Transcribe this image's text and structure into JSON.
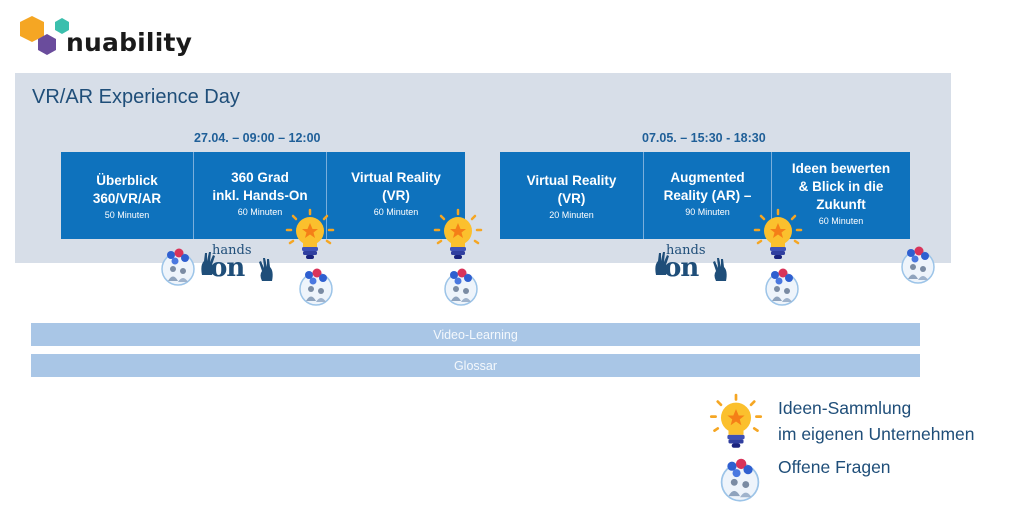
{
  "logo": {
    "name": "nuability",
    "colors": [
      "#f5a623",
      "#3bbfad",
      "#6a4c9c"
    ]
  },
  "page_title": "VR/AR Experience Day",
  "sessions": [
    {
      "date": "27.04. – 09:00 – 12:00"
    },
    {
      "date": "07.05. – 15:30 - 18:30"
    }
  ],
  "modules": [
    {
      "title": "Überblick\n360/VR/AR",
      "duration": "50 Minuten"
    },
    {
      "title": "360 Grad\ninkl. Hands-On",
      "duration": "60 Minuten"
    },
    {
      "title": "Virtual Reality\n(VR)",
      "duration": "60 Minuten"
    },
    {
      "title": "Virtual Reality\n(VR)",
      "duration": "20 Minuten"
    },
    {
      "title": "Augmented\nReality (AR) –",
      "duration": "90 Minuten"
    },
    {
      "title": "Ideen bewerten\n& Blick in die\nZukunft",
      "duration": "60 Minuten"
    }
  ],
  "hands_on": {
    "line1": "hands",
    "line2": "on"
  },
  "bars": {
    "video": "Video-Learning",
    "glossary": "Glossar"
  },
  "legend": {
    "ideas": "Ideen-Sammlung\nim eigenen Unternehmen",
    "questions": "Offene Fragen"
  },
  "icons": {
    "idea": "lightbulb-icon",
    "question": "question-people-icon",
    "hands_on": "hands-on-icon"
  },
  "colors": {
    "module_blue": "#0e72bd",
    "panel": "#d7dee8",
    "bar": "#a9c6e6",
    "title_blue": "#1f4e79"
  }
}
